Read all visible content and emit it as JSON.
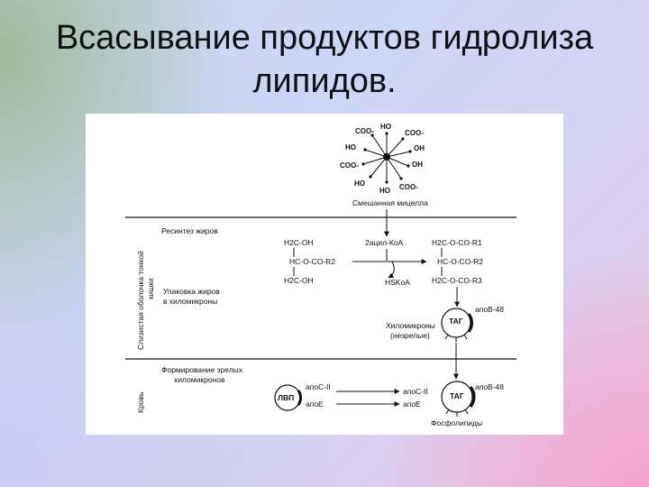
{
  "title": {
    "line1": "Всасывание продуктов гидролиза",
    "line2": "липидов."
  },
  "diagram": {
    "micelle": {
      "caption": "Смешанная мицелла",
      "groups": [
        "HO",
        "COO-",
        "HO",
        "COO-",
        "OH",
        "OH",
        "COO-",
        "HO",
        "HO",
        "COO-"
      ]
    },
    "zones": {
      "mucosa_label_line1": "Слизистая оболочка тонкой",
      "mucosa_label_line2": "кишки",
      "blood_label": "Кровь"
    },
    "steps": {
      "resynthesis": "Ресинтез жиров",
      "packaging_line1": "Упаковка жиров",
      "packaging_line2": "в хиломикроны",
      "maturation_line1": "Формирование зрелых",
      "maturation_line2": "хиломикронов"
    },
    "reaction": {
      "reagent": "2ацил-КоА",
      "byproduct": "HSKoA",
      "left": [
        "H2C-OH",
        "HC-O-CO-R2",
        "H2C-OH"
      ],
      "right": [
        "H2C-O-CO-R1",
        "HC-O-CO-R2",
        "H2C-O-CO-R3"
      ]
    },
    "chylomicron_immature": {
      "core": "ТАГ",
      "apo": "апоВ-48",
      "label_line1": "Хиломикроны",
      "label_line2": "(незрелые)"
    },
    "hdl": {
      "label": "ЛВП",
      "apoC": "апоС-II",
      "apoE": "апоЕ"
    },
    "chylomicron_mature": {
      "core": "ТАГ",
      "apo": "апоВ-48",
      "apoC": "апоС-II",
      "apoE": "апоЕ",
      "caption": "Фосфолипиды"
    }
  }
}
